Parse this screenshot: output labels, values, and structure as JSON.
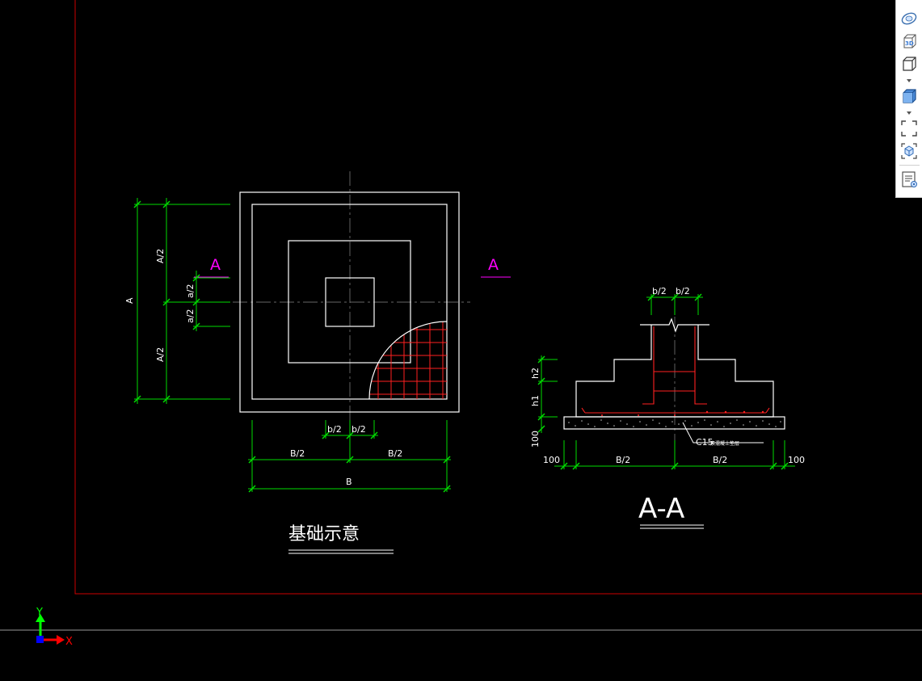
{
  "drawing": {
    "plan": {
      "section_marks": [
        "A",
        "A"
      ],
      "dims_left": [
        "A",
        "A/2",
        "A/2",
        "a/2",
        "a/2"
      ],
      "dims_bottom": [
        "b/2",
        "b/2",
        "B/2",
        "B/2",
        "B"
      ],
      "title": "基础示意"
    },
    "section": {
      "dims_top": [
        "b/2",
        "b/2"
      ],
      "dims_left": [
        "h2",
        "h1",
        "100"
      ],
      "dims_bottom": [
        "100",
        "B/2",
        "B/2",
        "100"
      ],
      "concrete_label": "C15",
      "concrete_label_small": "素混凝土垫层",
      "title": "A-A"
    }
  },
  "ucs": {
    "y_label": "Y",
    "x_label": "X"
  },
  "toolbar": {
    "label_3d": "3D",
    "tools": [
      "orbit-icon",
      "3d-view-icon",
      "wireframe-box-icon",
      "shaded-box-icon",
      "zoom-extents-icon",
      "view-cube-icon",
      "properties-panel-icon"
    ]
  },
  "colors": {
    "background": "#000000",
    "lines": "#ffffff",
    "dimensions": "#00ff00",
    "rebar": "#ff0000",
    "section_mark": "#ff00ff",
    "layout_border": "#cc0000",
    "ucs_y": "#00ff00",
    "ucs_x": "#ff0000",
    "ucs_origin": "#0000ff"
  }
}
